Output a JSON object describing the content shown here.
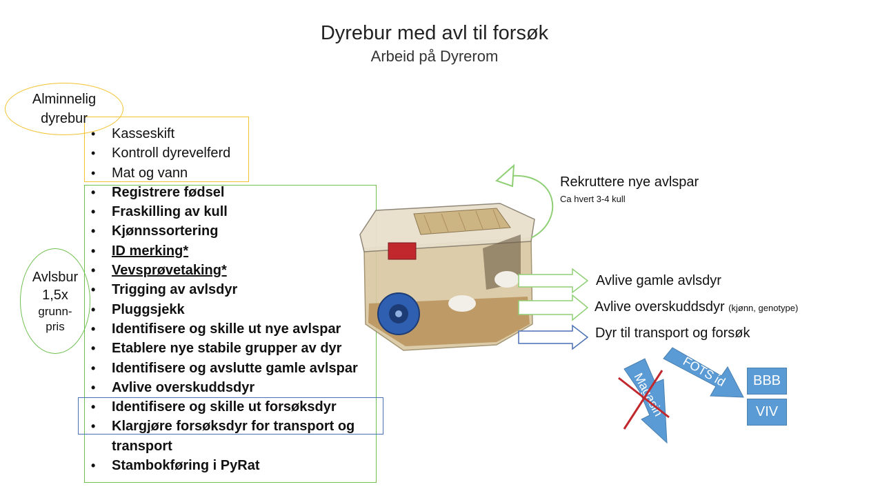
{
  "header": {
    "title": "Dyrebur med avl til forsøk",
    "subtitle": "Arbeid på Dyrerom"
  },
  "ovals": {
    "common_cage_line1": "Alminnelig",
    "common_cage_line2": "dyrebur",
    "breeding_cage_line1": "Avlsbur",
    "breeding_cage_line2": "1,5x",
    "breeding_cage_line3": "grunn-",
    "breeding_cage_line4": "pris"
  },
  "tasks": {
    "common": [
      "Kasseskift",
      "Kontroll dyrevelferd",
      "Mat og vann"
    ],
    "breeding": [
      "Registrere fødsel",
      "Fraskilling av kull",
      "Kjønnssortering",
      "ID merking*",
      "Vevsprøvetaking*",
      "Trigging av avlsdyr",
      "Pluggsjekk",
      "Identifisere og skille ut nye avlspar",
      "Etablere nye stabile grupper av dyr",
      "Identifisere og avslutte gamle avlspar",
      "Avlive overskuddsdyr",
      "Identifisere og skille ut  forsøksdyr",
      "Klargjøre forsøksdyr for transport og",
      "transport",
      "Stambokføring i PyRat"
    ]
  },
  "flows": {
    "recruit": "Rekruttere nye avlspar",
    "recruit_note": "Ca hvert 3-4 kull",
    "euthanize_old": "Avlive gamle avlsdyr",
    "euthanize_surplus": "Avlive overskuddsdyr",
    "euthanize_surplus_note": "(kjønn, genotype)",
    "transport": "Dyr til transport og forsøk",
    "magasin": "Magasin",
    "fots": "FOTS id",
    "bbb": "BBB",
    "viv": "VIV"
  },
  "colors": {
    "yellow": "#f2c230",
    "green": "#6fbf4f",
    "blue": "#4a6fb5",
    "arrow_blue": "#5b9bd5",
    "red_cross": "#c0282d"
  },
  "icons": {
    "cage": "animal-cage-image"
  }
}
